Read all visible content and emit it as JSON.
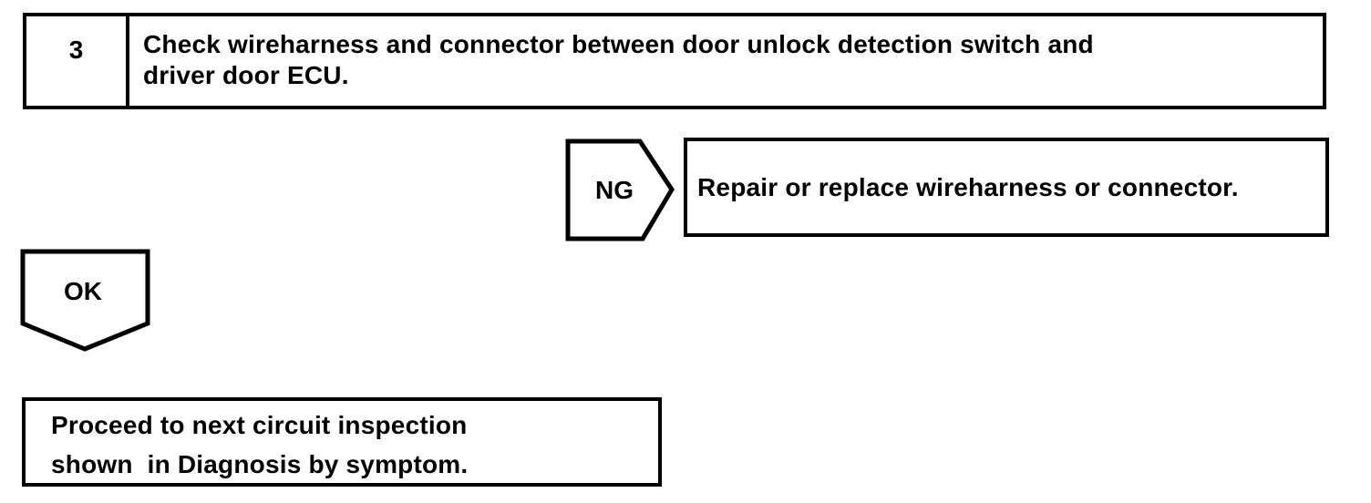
{
  "colors": {
    "ink": "#000000",
    "paper": "#ffffff"
  },
  "flowchart": {
    "step": {
      "number": "3",
      "instruction_line1": "Check wireharness and connector between door unlock detection switch and",
      "instruction_line2": "driver door ECU."
    },
    "ng_branch": {
      "label": "NG",
      "action": "Repair or replace wireharness or connector."
    },
    "ok_branch": {
      "label": "OK",
      "result_line1": "Proceed to next circuit inspection",
      "result_line2": "shown  in Diagnosis by symptom."
    }
  }
}
